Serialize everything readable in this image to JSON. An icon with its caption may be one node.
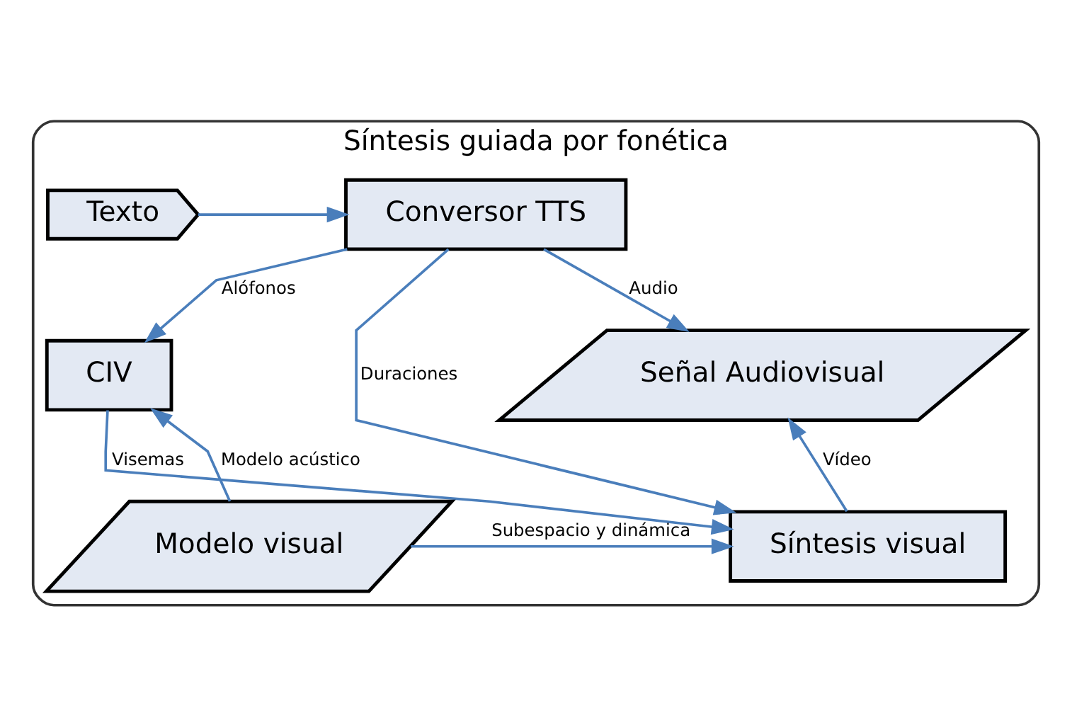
{
  "diagram": {
    "nodes": [
      {
        "text": [
          "Síntesis guiada por fonética"
        ]
      },
      {
        "text": [
          "Texto"
        ],
        "in": 0
      },
      {
        "text": [
          "Conversor TTS"
        ],
        "in": 0
      },
      {
        "text": [
          "CIV"
        ],
        "in": 0
      },
      {
        "text": [
          "Modelo visual"
        ],
        "in": 0
      },
      {
        "text": [
          "Síntesis visual"
        ],
        "in": 0
      },
      {
        "text": [
          "Señal Audiovisual"
        ],
        "in": 0
      }
    ],
    "edges": [
      {
        "from": 1,
        "to": 2,
        "arrow": "to"
      },
      {
        "from": 2,
        "to": 3,
        "arrow": "to",
        "label": "Alófonos"
      },
      {
        "from": 2,
        "to": 5,
        "arrow": "to",
        "label": "Duraciones"
      },
      {
        "from": 2,
        "to": 6,
        "arrow": "to",
        "label": "Audio"
      },
      {
        "from": 4,
        "to": 3,
        "arrow": "to",
        "label": "Modelo acústico"
      },
      {
        "from": 3,
        "to": 5,
        "arrow": "to",
        "label": "Visemas"
      },
      {
        "from": 4,
        "to": 5,
        "arrow": "to",
        "label": "Subespacio y dinámica"
      },
      {
        "from": 5,
        "to": 6,
        "arrow": "to",
        "label": "Vídeo"
      }
    ]
  }
}
